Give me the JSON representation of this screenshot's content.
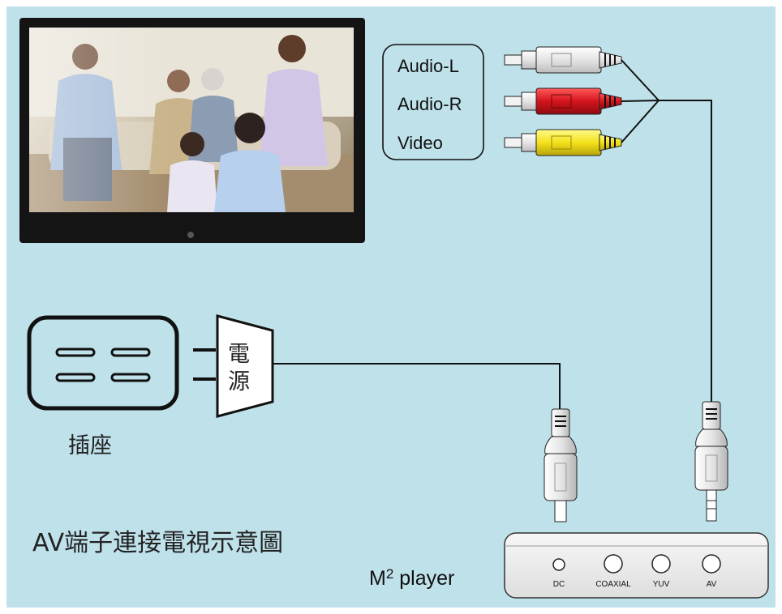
{
  "colors": {
    "background": "#bfe1ea",
    "cable": "#111111",
    "plug_white": "#e8e8e8",
    "plug_red": "#d4141c",
    "plug_yellow": "#f4e11a",
    "tv_bezel": "#141414",
    "panel_face": "#ececec"
  },
  "rca": {
    "labels": [
      "Audio-L",
      "Audio-R",
      "Video"
    ]
  },
  "power": {
    "plug_text": [
      "電",
      "源"
    ],
    "socket_label": "插座"
  },
  "caption": "AV端子連接電視示意圖",
  "player": {
    "name_main": "M",
    "name_sup": "2",
    "name_rest": " player",
    "ports": [
      "DC",
      "COAXIAL",
      "YUV",
      "AV"
    ]
  }
}
